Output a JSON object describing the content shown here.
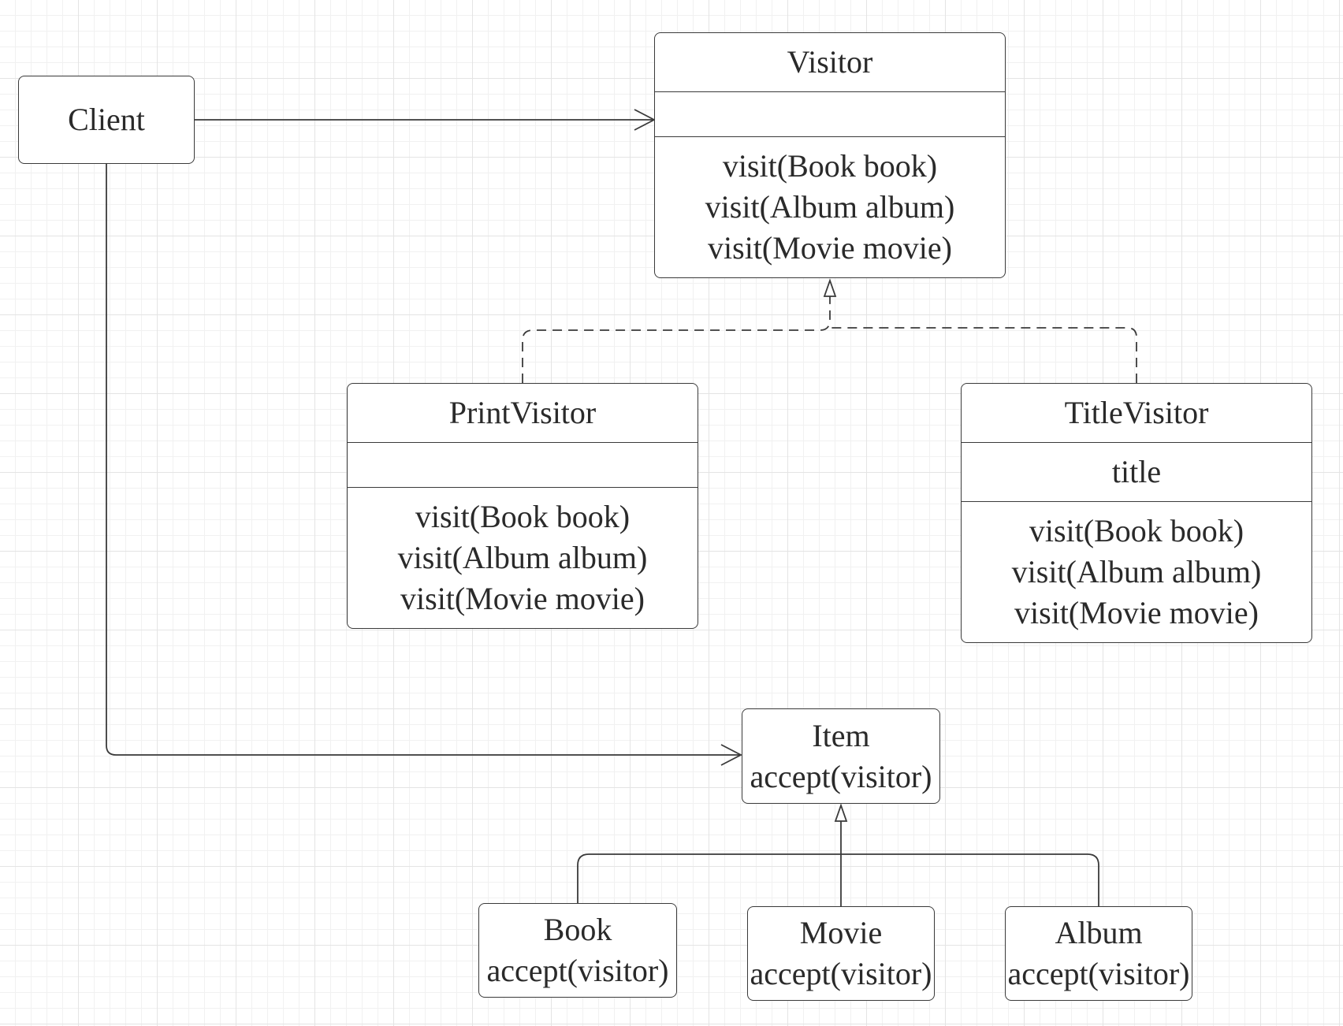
{
  "client": {
    "name": "Client"
  },
  "visitor": {
    "name": "Visitor",
    "methods": [
      "visit(Book book)",
      "visit(Album album)",
      "visit(Movie movie)"
    ]
  },
  "print_visitor": {
    "name": "PrintVisitor",
    "methods": [
      "visit(Book book)",
      "visit(Album album)",
      "visit(Movie movie)"
    ]
  },
  "title_visitor": {
    "name": "TitleVisitor",
    "attribute": "title",
    "methods": [
      "visit(Book book)",
      "visit(Album album)",
      "visit(Movie movie)"
    ]
  },
  "item": {
    "name": "Item",
    "method": "accept(visitor)"
  },
  "book": {
    "name": "Book",
    "method": "accept(visitor)"
  },
  "movie": {
    "name": "Movie",
    "method": "accept(visitor)"
  },
  "album": {
    "name": "Album",
    "method": "accept(visitor)"
  },
  "colors": {
    "line": "#3a3a3a",
    "grid": "#e4e4e4",
    "text": "#2a2a2a"
  }
}
